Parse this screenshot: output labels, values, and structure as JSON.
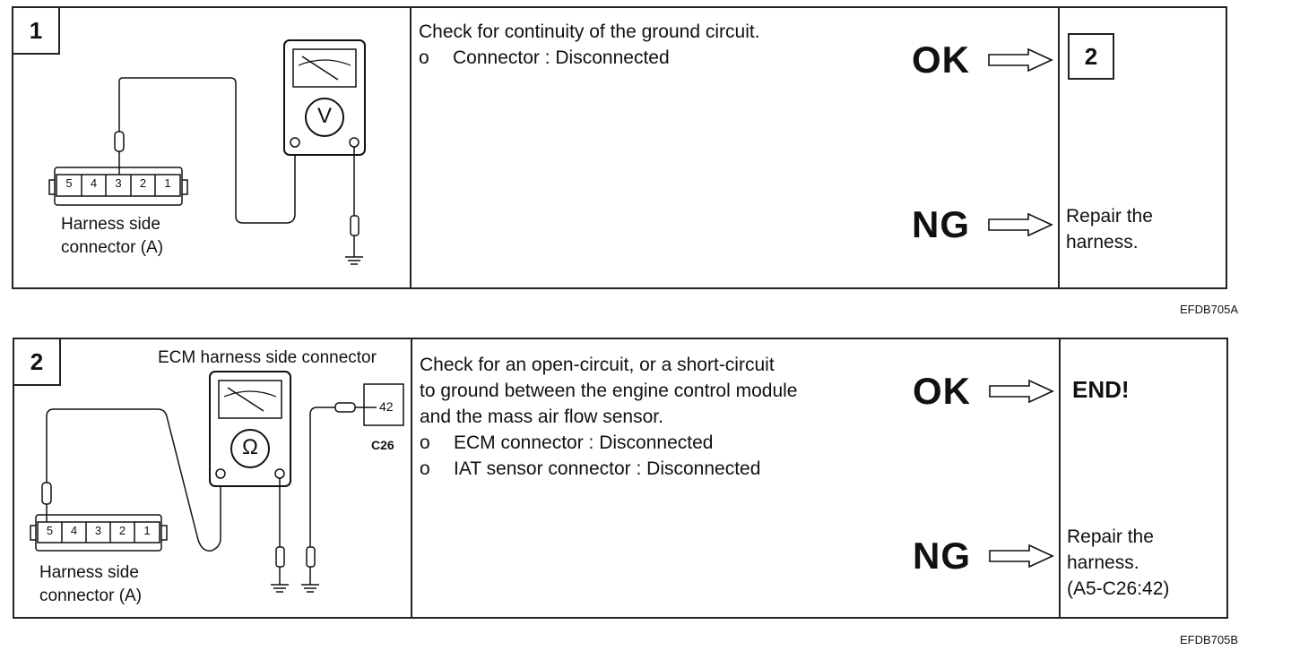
{
  "step1": {
    "number": "1",
    "diagram": {
      "connector_pins": [
        "5",
        "4",
        "3",
        "2",
        "1"
      ],
      "connector_label_line1": "Harness side",
      "connector_label_line2": "connector (A)",
      "meter_symbol": "V",
      "meter_icon": "voltmeter-icon",
      "ground_icon": "ground-icon"
    },
    "check_title": "Check for continuity of the ground circuit.",
    "conditions": [
      {
        "bullet": "o",
        "text": "Connector : Disconnected"
      }
    ],
    "ok_label": "OK",
    "ng_label": "NG",
    "ok_result": "2",
    "ng_result_line1": "Repair the",
    "ng_result_line2": "harness.",
    "figure_code": "EFDB705A"
  },
  "step2": {
    "number": "2",
    "diagram": {
      "ecm_label": "ECM harness side connector",
      "ecm_pin": "42",
      "ecm_connector_code": "C26",
      "connector_pins": [
        "5",
        "4",
        "3",
        "2",
        "1"
      ],
      "connector_label_line1": "Harness side",
      "connector_label_line2": "connector (A)",
      "meter_symbol": "Ω",
      "meter_icon": "ohmmeter-icon",
      "ground_icon": "ground-icon"
    },
    "check_lines": [
      "Check for an open-circuit, or a short-circuit",
      "to ground between the engine control module",
      "and the mass air flow sensor."
    ],
    "conditions": [
      {
        "bullet": "o",
        "text": "ECM connector : Disconnected"
      },
      {
        "bullet": "o",
        "text": "IAT sensor connector : Disconnected"
      }
    ],
    "ok_label": "OK",
    "ng_label": "NG",
    "ok_result": "END!",
    "ng_result_line1": "Repair the",
    "ng_result_line2": "harness.",
    "ng_result_line3": "(A5-C26:42)",
    "figure_code": "EFDB705B"
  }
}
